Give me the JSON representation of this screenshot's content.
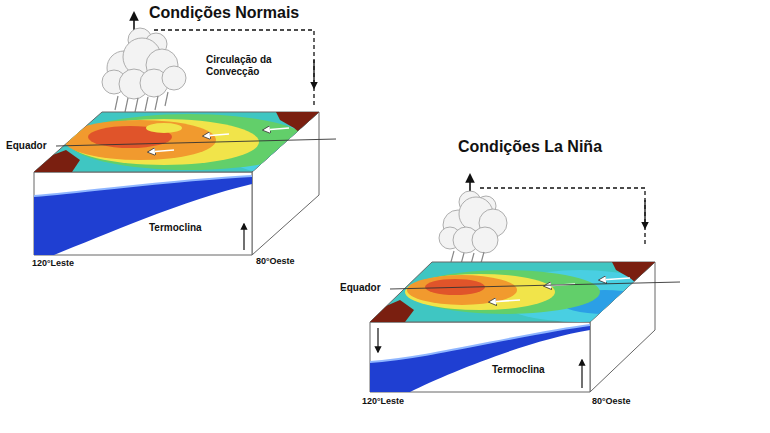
{
  "diagram": {
    "labels": [
      "Condições Normais",
      "Circulação da Convecção",
      "Equador",
      "Termoclina",
      "120°Leste",
      "80°Oeste",
      "Condições La Niña",
      "Equador",
      "Termoclina",
      "120°Leste",
      "80°Oeste"
    ]
  }
}
